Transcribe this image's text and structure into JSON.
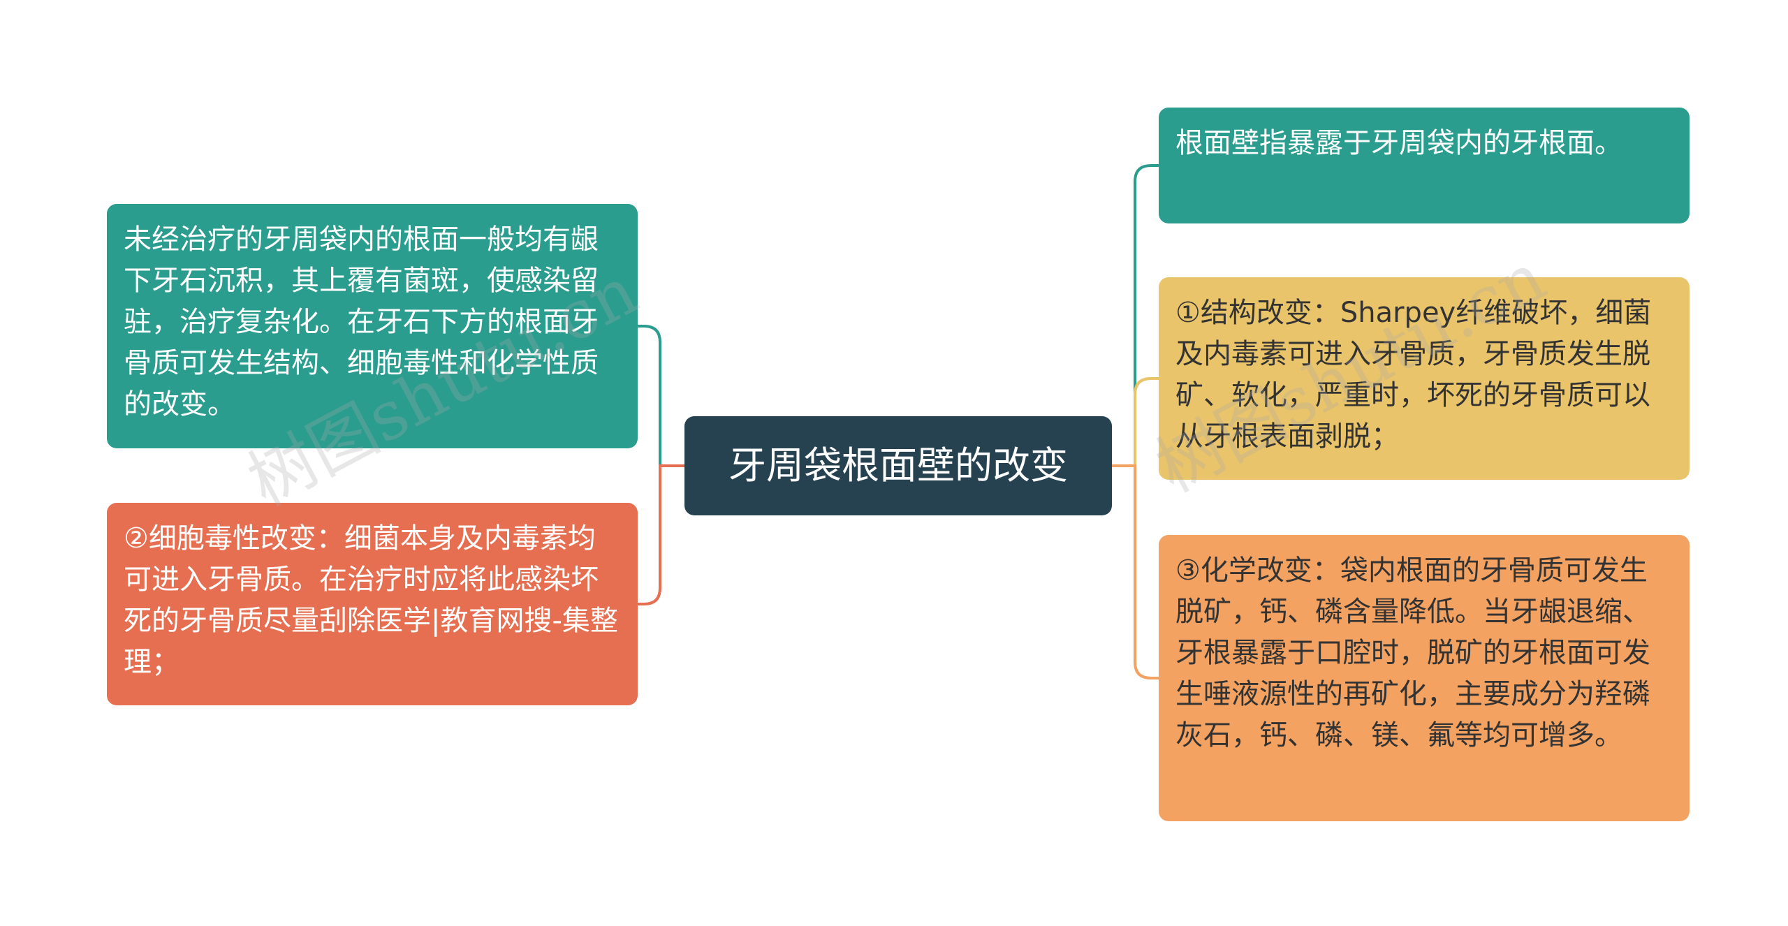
{
  "colors": {
    "background": "#ffffff",
    "root": "#26414f",
    "teal": "#2a9d8f",
    "coral": "#e76f51",
    "yellow": "#e9c46a",
    "orange": "#f4a261"
  },
  "root": {
    "label": "牙周袋根面壁的改变"
  },
  "left_branches": [
    {
      "text": "未经治疗的牙周袋内的根面一般均有龈下牙石沉积，其上覆有菌斑，使感染留驻，治疗复杂化。在牙石下方的根面牙骨质可发生结构、细胞毒性和化学性质的改变。",
      "color": "#2a9d8f"
    },
    {
      "text": "②细胞毒性改变：细菌本身及内毒素均可进入牙骨质。在治疗时应将此感染坏死的牙骨质尽量刮除医学|教育网搜-集整理；",
      "color": "#e76f51"
    }
  ],
  "right_branches": [
    {
      "text": "根面壁指暴露于牙周袋内的牙根面。",
      "color": "#2a9d8f"
    },
    {
      "text": "①结构改变：Sharpey纤维破坏，细菌及内毒素可进入牙骨质，牙骨质发生脱矿、软化，严重时，坏死的牙骨质可以从牙根表面剥脱；",
      "color": "#e9c46a"
    },
    {
      "text": "③化学改变：袋内根面的牙骨质可发生脱矿，钙、磷含量降低。当牙龈退缩、牙根暴露于口腔时，脱矿的牙根面可发生唾液源性的再矿化，主要成分为羟磷灰石，钙、磷、镁、氟等均可增多。",
      "color": "#f4a261"
    }
  ],
  "watermarks": [
    "树图shutu.cn",
    "树图shutu.cn"
  ]
}
